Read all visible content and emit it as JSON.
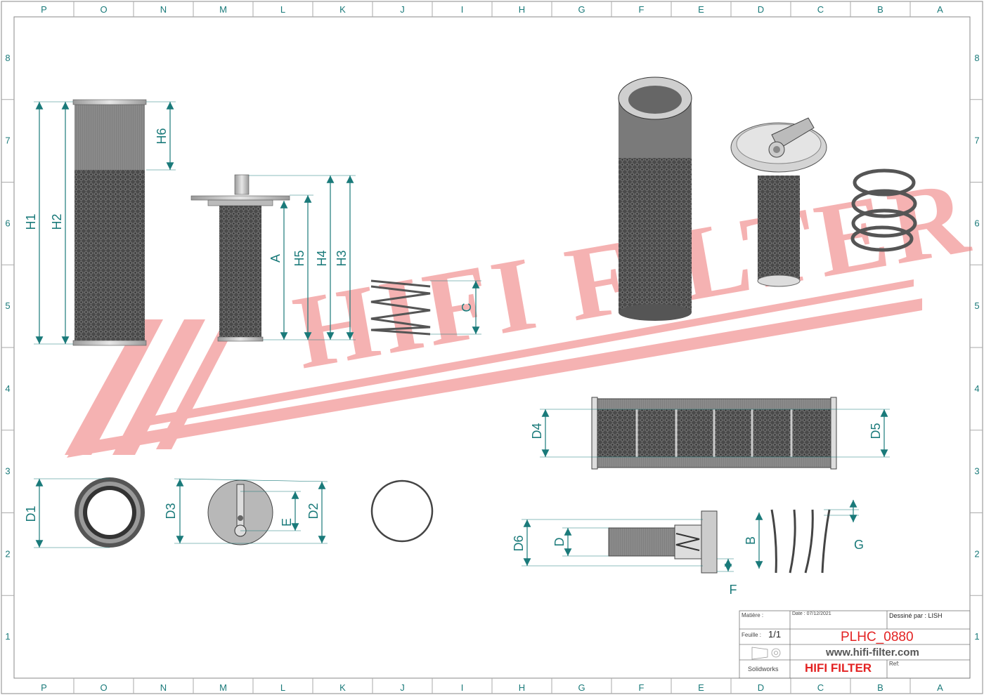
{
  "border": {
    "top_letters": [
      "P",
      "O",
      "N",
      "M",
      "L",
      "K",
      "J",
      "I",
      "H",
      "G",
      "F",
      "E",
      "D",
      "C",
      "B",
      "A"
    ],
    "side_numbers": [
      "8",
      "7",
      "6",
      "5",
      "4",
      "3",
      "2",
      "1"
    ]
  },
  "dimensions": {
    "h1": "H1",
    "h2": "H2",
    "h6": "H6",
    "a": "A",
    "h5": "H5",
    "h4": "H4",
    "h3": "H3",
    "c": "C",
    "d1": "D1",
    "d3": "D3",
    "e": "E",
    "d2": "D2",
    "d4": "D4",
    "d5": "D5",
    "d6": "D6",
    "d": "D",
    "f": "F",
    "b": "B",
    "g": "G"
  },
  "watermark": {
    "text": "HIFI FILTER"
  },
  "title_block": {
    "matiere_label": "Matière :",
    "date_label": "Date : 07/12/2021",
    "dessine_label": "Dessiné par : LISH",
    "feuille_label": "Feuille :",
    "feuille_value": "1/1",
    "part_number": "PLHC_0880",
    "website": "www.hifi-filter.com",
    "software": "Solidworks",
    "brand": "HIFI FILTER",
    "ref_label": "Ref:"
  },
  "colors": {
    "dimension": "#1a7a7a",
    "watermark": "#f08080",
    "brand": "#e32222",
    "frame": "#888888"
  }
}
